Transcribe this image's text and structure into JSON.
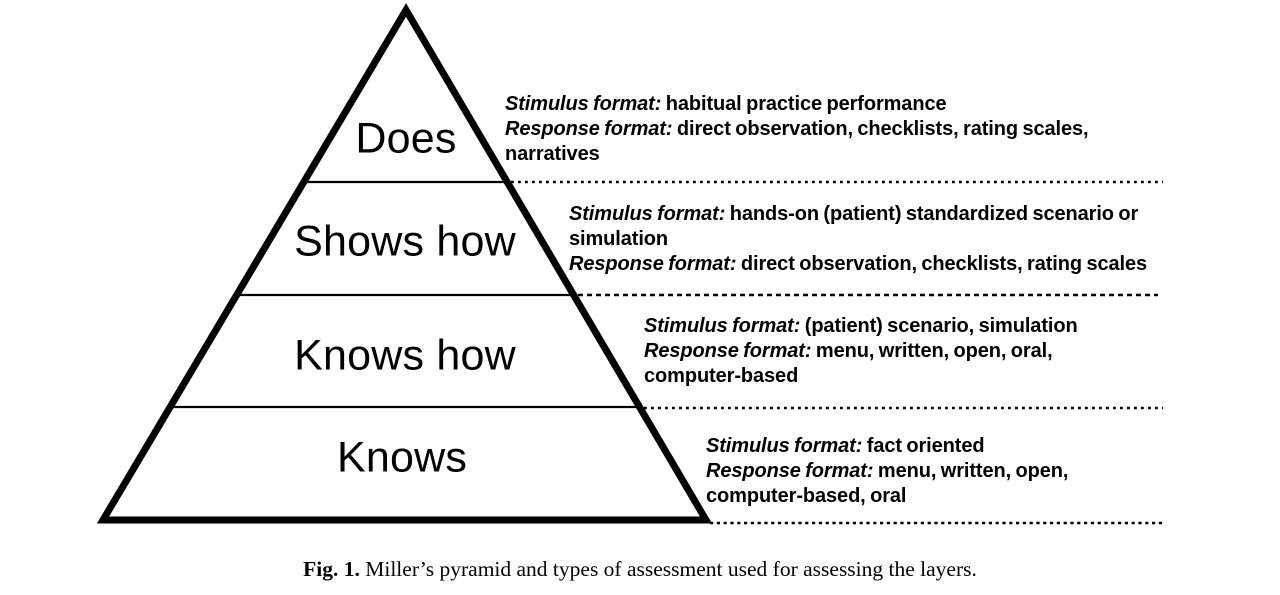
{
  "colors": {
    "ink": "#000000",
    "background": "#ffffff"
  },
  "pyramid": {
    "layers": [
      {
        "label": "Does"
      },
      {
        "label": "Shows how"
      },
      {
        "label": "Knows how"
      },
      {
        "label": "Knows"
      }
    ]
  },
  "annotations": [
    {
      "for_layer": "Does",
      "lines": [
        {
          "italic": "Stimulus format:",
          "bold": " habitual practice performance"
        },
        {
          "italic": "Response format:",
          "bold": " direct observation, checklists, rating scales,"
        },
        {
          "bold": "narratives"
        }
      ]
    },
    {
      "for_layer": "Shows how",
      "lines": [
        {
          "italic": "Stimulus format:",
          "bold": " hands-on (patient) standardized scenario or"
        },
        {
          "bold": "simulation"
        },
        {
          "italic": "Response format:",
          "bold": " direct observation, checklists, rating scales"
        }
      ]
    },
    {
      "for_layer": "Knows how",
      "lines": [
        {
          "italic": "Stimulus format:",
          "bold": " (patient) scenario, simulation"
        },
        {
          "italic": "Response format:",
          "bold": " menu, written, open, oral,"
        },
        {
          "bold": "computer-based"
        }
      ]
    },
    {
      "for_layer": "Knows",
      "lines": [
        {
          "italic": "Stimulus format:",
          "bold": " fact oriented"
        },
        {
          "italic": "Response format:",
          "bold": " menu, written, open,"
        },
        {
          "bold": "computer-based, oral"
        }
      ]
    }
  ],
  "caption": {
    "label": "Fig. 1.",
    "text": " Miller’s pyramid and types of assessment used for assessing the layers."
  }
}
